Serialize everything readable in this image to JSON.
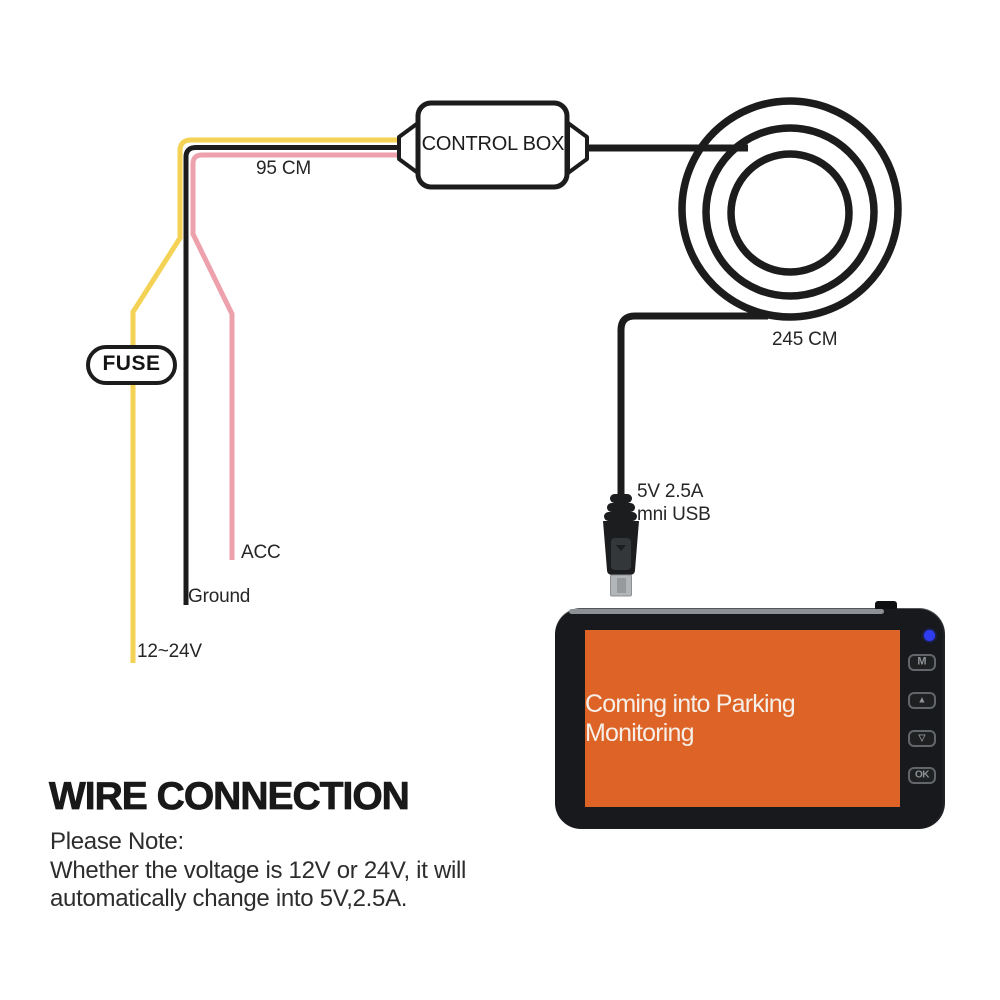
{
  "colors": {
    "wire_power_yellow": "#F3D256",
    "wire_acc_pink": "#EDA1AC",
    "cable_black": "#1C1C1C",
    "screen_orange": "#DD6327",
    "led_blue": "#2E3BEF",
    "device_body": "#17191C"
  },
  "diagram": {
    "control_box_label": "CONTROL BOX",
    "front_cable_length": "95 CM",
    "rear_cable_length": "245 CM",
    "fuse_label": "FUSE",
    "wire_labels": {
      "acc": "ACC",
      "ground": "Ground",
      "power": "12~24V"
    },
    "usb_spec": "5V 2.5A",
    "usb_type": "mni USB"
  },
  "device": {
    "screen_text": "Coming into Parking Monitoring",
    "buttons": [
      {
        "label": "M"
      },
      {
        "label": "▲"
      },
      {
        "label": "▽"
      },
      {
        "label": "OK"
      }
    ]
  },
  "footer": {
    "title": "WIRE CONNECTION",
    "note_heading": "Please Note:",
    "note_line1": "Whether the voltage is 12V or 24V, it will",
    "note_line2": "automatically change into 5V,2.5A."
  }
}
